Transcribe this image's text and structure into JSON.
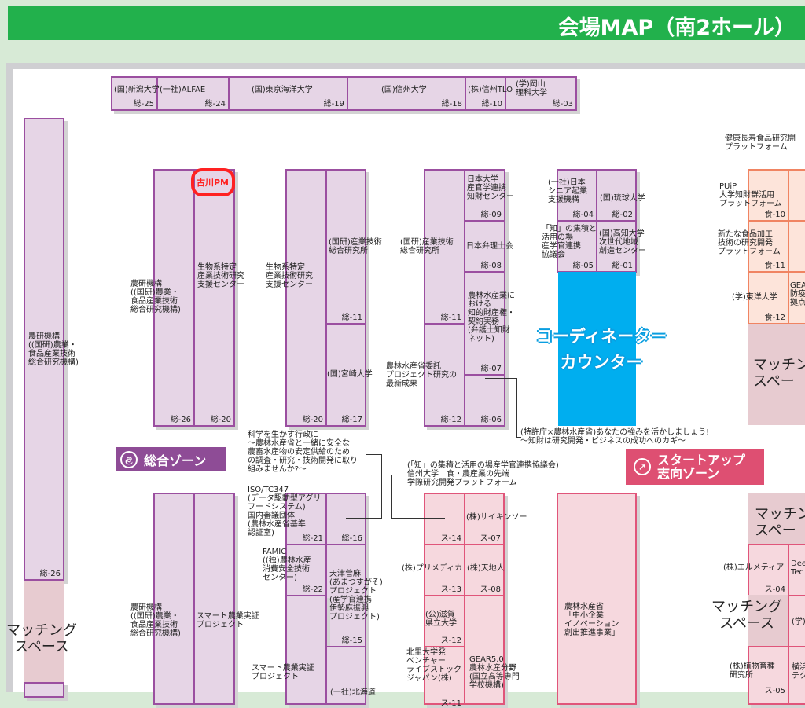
{
  "header": {
    "title": "会場MAP（南2ホール）"
  },
  "top_row": [
    {
      "name": "(国)新潟大学",
      "code": "総-25"
    },
    {
      "name": "(一社)ALFAE",
      "code": "総-24"
    },
    {
      "name": "(国)東京海洋大学",
      "code": "総-19"
    },
    {
      "name": "(国)信州大学",
      "code": "総-18"
    },
    {
      "name": "(株)信州TLO",
      "code": "総-10"
    },
    {
      "name": "(学)岡山\n理科大学",
      "code": "総-03"
    }
  ],
  "sogo": {
    "left_col": {
      "name": "農研機構\n((国研)農業・\n食品産業技術\n総合研究機構)",
      "code": "総-26"
    },
    "block_a": {
      "left_name": "農研機構\n((国研)農業・\n食品産業技術\n総合研究機構)",
      "left_code": "総-26",
      "right_name": "生物系特定\n産業技術研究\n支援センター",
      "right_code": "総-20",
      "annotation": "古川PM"
    },
    "block_b": {
      "left_name": "生物系特定\n産業技術研究\n支援センター",
      "left_code": "総-20",
      "top_name": "(国研)産業技術\n総合研究所",
      "top_code": "総-11",
      "bottom_name": "(国)宮崎大学",
      "bottom_code": "総-17"
    },
    "block_c": {
      "left_top_name": "(国研)産業技術\n総合研究所",
      "left_top_code": "総-11",
      "left_bottom_name": "農林水産省委託\nプロジェクト研究の\n最新成果",
      "left_bottom_code": "総-12",
      "r1_name": "日本大学\n産官学連携\n知財センター",
      "r1_code": "総-09",
      "r2_name": "日本弁理士会",
      "r2_code": "総-08",
      "r3_name": "農林水産業に\nおける\n知的財産権・\n契約実務\n(弁護士知財\nネット)",
      "r3_code": "総-07",
      "r4_code": "総-06"
    },
    "block_d": {
      "a_name": "(一社)日本\nシニア起業\n支援機構",
      "a_code": "総-04",
      "b_name": "(国)琉球大学",
      "b_code": "総-02",
      "c_name": "「知」の集積と\n活用の場\n産学官連携\n協議会",
      "c_code": "総-05",
      "d_name": "(国)高知大学\n次世代地域\n創造センター",
      "d_code": "総-01"
    },
    "counter": "コーディネーター\nカウンター",
    "patent_note": "(特許庁×農林水産省)あなたの強みを活かしましょう!\n〜知財は研究開発・ビジネスの成功へのカギ〜",
    "zone_label": "総合ゾーン",
    "science_note": "科学を生かす行政に\n〜農林水産省と一緒に安全な\n農畜水産物の安定供給のため\nの調査・研究・技術開発に取り\n組みませんか?〜",
    "iso_note": "ISO/TC347\n(データ駆動型アグリ\nフードシステム)\n国内審議団体\n(農林水産省基準\n認証室)",
    "block_e": {
      "left_name": "農研機構\n((国研)農業・\n食品産業技術\n総合研究機構)",
      "right_name": "スマート農業実証\nプロジェクト"
    },
    "block_f": {
      "c21": "総-21",
      "c16": "総-16",
      "famic": "FAMIC\n((独)農林水産\n消費安全技術\nセンター)",
      "c22": "総-22",
      "amatsu": "天津菅麻\n(あまつすがそ)\nプロジェクト\n(産学官連携\n伊勢麻振興\nプロジェクト)",
      "c15": "総-15",
      "smart": "スマート農業実証\nプロジェクト",
      "hokkaido": "(一社)北海道"
    },
    "matching_left": "マッチング\nスペース"
  },
  "food": {
    "header_note": "健康長寿食品研究開\nプラットフォーム",
    "booths": [
      {
        "name": "PUiP\n大学知財群活用\nプラットフォーム",
        "code": "食-10"
      },
      {
        "name": "新たな食品加工\n技術の研究開発\nプラットフォーム",
        "code": "食-11"
      },
      {
        "name": "(学)東洋大学",
        "code": "食-12"
      }
    ],
    "right_fragments": [
      "GEA\n防疫\n拠点"
    ],
    "matching": "マッチン\nスペー"
  },
  "startup": {
    "zone_label": "スタートアップ\n志向ゾーン",
    "chi_note": "(「知」の集積と活用の場産学官連携協議会)\n信州大学　食・農産業の先端\n学際研究開発プラットフォーム",
    "booths": [
      {
        "name": "",
        "code": "ス-14"
      },
      {
        "name": "(株)サイキンソー",
        "code": "ス-07"
      },
      {
        "name": "(株)プリメディカ",
        "code": "ス-13"
      },
      {
        "name": "(株)天地人",
        "code": "ス-08"
      },
      {
        "name": "(公)滋賀\n県立大学",
        "code": "ス-12"
      },
      {
        "name": "北里大学発\nベンチャー\nライブストック\nジャパン(株)",
        "code": "ス-11"
      },
      {
        "name": "GEAR5.0\n農林水産分野\n(国立高等専門\n学校機構)",
        "code": ""
      }
    ],
    "maff": "農林水産省\n「中小企業\nイノベーション\n創出推進事業」",
    "right_booths": [
      {
        "name": "(株)エルメティア",
        "code": "ス-04"
      },
      {
        "name": "Dee\nTec",
        "code": ""
      },
      {
        "name": "(学)",
        "code": ""
      },
      {
        "name": "(株)植物育種\n研究所",
        "code": "ス-05"
      },
      {
        "name": "横浜\nテク",
        "code": ""
      }
    ],
    "matching_top": "マッチン\nスペー",
    "matching_mid": "マッチング\nスペース"
  },
  "colors": {
    "header": "#22b14c",
    "sogo": "#8e4c96",
    "startup": "#de4f72",
    "counter": "#00aeef"
  }
}
